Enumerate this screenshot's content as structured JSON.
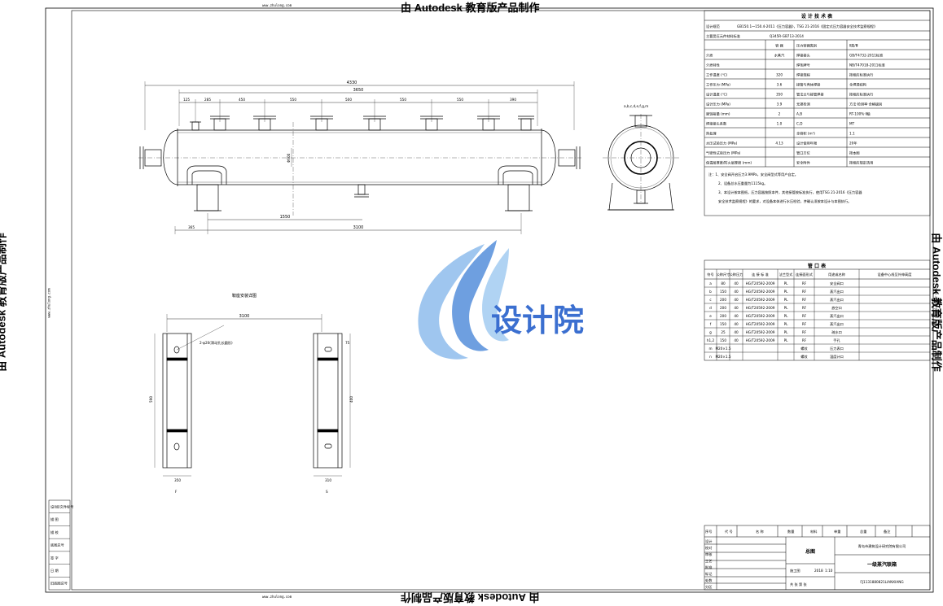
{
  "watermark": {
    "text": "由 Autodesk 教育版产品制作",
    "site": "www.zhulong.com"
  },
  "logo": {
    "text": "设计院"
  },
  "tech_table": {
    "title": "设 计 技 术 表",
    "rows": [
      {
        "l": "设计规范",
        "v": "GB150.1～150.4-2011《压力容器》，TSG 21-2016《固定式压力容器安全技术监察规程》"
      },
      {
        "l": "主要受压元件材料标准",
        "v": "Q345R-GB713-2014"
      },
      {
        "l": "",
        "a": "容  器",
        "b": "压力容器类别",
        "c": "Ⅱ类/Ⅲ"
      },
      {
        "l": "介质",
        "a": "水蒸汽",
        "b": "焊接接头",
        "c": "GB/T4732-2011标准"
      },
      {
        "l": "介质特性",
        "a": "",
        "b": "焊条牌号",
        "c": "NB/T47018-2011标准"
      },
      {
        "l": "工作温度  (℃)",
        "a": "320",
        "b": "焊接规程",
        "c": "按相应标准执行"
      },
      {
        "l": "工作压力  (MPa)",
        "a": "3.6",
        "b": "接管与壳体焊接",
        "c": "全焊透结构"
      },
      {
        "l": "设计温度  (℃)",
        "a": "350",
        "b": "管法兰与接管焊接",
        "c": "按相应标准执行"
      },
      {
        "l": "设计压力  (MPa)",
        "a": "3.9",
        "b": "无损检测",
        "c": "方法·检测率·合格级别"
      },
      {
        "l": "腐蚀裕量  (mm)",
        "a": "2",
        "b": "A,B",
        "c": "RT-100%·Ⅱ级"
      },
      {
        "l": "焊接接头系数",
        "a": "1.0",
        "b": "C,D",
        "c": "MT"
      },
      {
        "l": "热处理",
        "a": "",
        "b": "全容积 (m³)",
        "c": "1.1"
      },
      {
        "l": "水压试验压力 (MPa)",
        "a": "4.13",
        "b": "设计使用年限",
        "c": "20年"
      },
      {
        "l": "气密性试验压力 (MPa)",
        "a": "",
        "b": "管口方位",
        "c": "按本图"
      },
      {
        "l": "保温层厚度/防火层厚度 (mm)",
        "a": "",
        "b": "安全附件",
        "c": "按相应规定选用"
      }
    ],
    "notes": [
      "注：1、安全阀开启压力3.9MPa，安全阀型式等用户自定。",
      "2、设备总水压重量为1115kg。",
      "3、本设计按本图纸，压力容器按照本件，其他接管按标准执行，使用TSG 21-2016《压力容器",
      "安全技术监察规程》的要求，对设备本体进行水压检验，并确认须按本设计与本图执行。"
    ]
  },
  "nozzle_table": {
    "title": "管 口 表",
    "headers": [
      "符号",
      "公称尺寸",
      "公称压力",
      "连 接 标 准",
      "法兰型式",
      "连接面形式",
      "用途或名称",
      "设备中心线至外伸高度"
    ],
    "rows": [
      [
        "a",
        "80",
        "40",
        "HG/T20592-2009",
        "PL",
        "RF",
        "安全阀口",
        ""
      ],
      [
        "b",
        "150",
        "40",
        "HG/T20592-2009",
        "PL",
        "RF",
        "蒸汽出口",
        ""
      ],
      [
        "c",
        "200",
        "40",
        "HG/T20592-2009",
        "PL",
        "RF",
        "蒸汽出口",
        ""
      ],
      [
        "d",
        "200",
        "40",
        "HG/T20592-2009",
        "PL",
        "RF",
        "放空口",
        ""
      ],
      [
        "e",
        "200",
        "40",
        "HG/T20592-2009",
        "PL",
        "RF",
        "蒸汽出口",
        ""
      ],
      [
        "f",
        "150",
        "40",
        "HG/T20592-2009",
        "PL",
        "RF",
        "蒸汽出口",
        ""
      ],
      [
        "g",
        "25",
        "40",
        "HG/T20592-2009",
        "PL",
        "RF",
        "疏水口",
        ""
      ],
      [
        "h1,2",
        "150",
        "40",
        "HG/T20592-2009",
        "PL",
        "RF",
        "手孔",
        ""
      ],
      [
        "m",
        "M20×1.5",
        "",
        "",
        "",
        "螺纹",
        "压力表口",
        ""
      ],
      [
        "n",
        "M20×1.5",
        "",
        "",
        "",
        "螺纹",
        "温度计口",
        ""
      ]
    ]
  },
  "title_block": {
    "row_labels": [
      "序号",
      "代  号",
      "名  称",
      "数量",
      "材料",
      "单重",
      "总重",
      "备注"
    ],
    "drawing_label": "总图",
    "company": "青岛市建筑设计研究院有限公司",
    "product": "一级蒸汽联箱",
    "drawing_no": "FJ1131880821LIANXIANG",
    "stage": "施工图",
    "date": "2018",
    "scale": "1:10",
    "sheet_label": "共  张  第  张",
    "sign_rows": [
      "设计",
      "校对",
      "审核",
      "工艺",
      "批准",
      "标记",
      "处数",
      "分区"
    ]
  },
  "left_sign_block": {
    "rows": [
      "设(组)文件标号",
      "描  图",
      "描  校",
      "底图总号",
      "签  字",
      "日  期",
      "旧底图总号"
    ]
  },
  "drawing": {
    "overall_length": "4330",
    "inner_length": "3650",
    "nozzle_spacings": [
      "125",
      "285",
      "450",
      "550",
      "500",
      "550",
      "550",
      "390"
    ],
    "bottom_dims": [
      "1550",
      "3100",
      "365"
    ],
    "diameter": "Φ600",
    "end_view_label": "a,b,c,d,e,f,g,m",
    "support_title": "鞍座安装详图",
    "support_dims": [
      "3100",
      "350",
      "590",
      "310",
      "75",
      "400"
    ],
    "view_labels": [
      "F",
      "S"
    ],
    "note_anchor": "2-φ20(滑动孔长圆形)"
  }
}
